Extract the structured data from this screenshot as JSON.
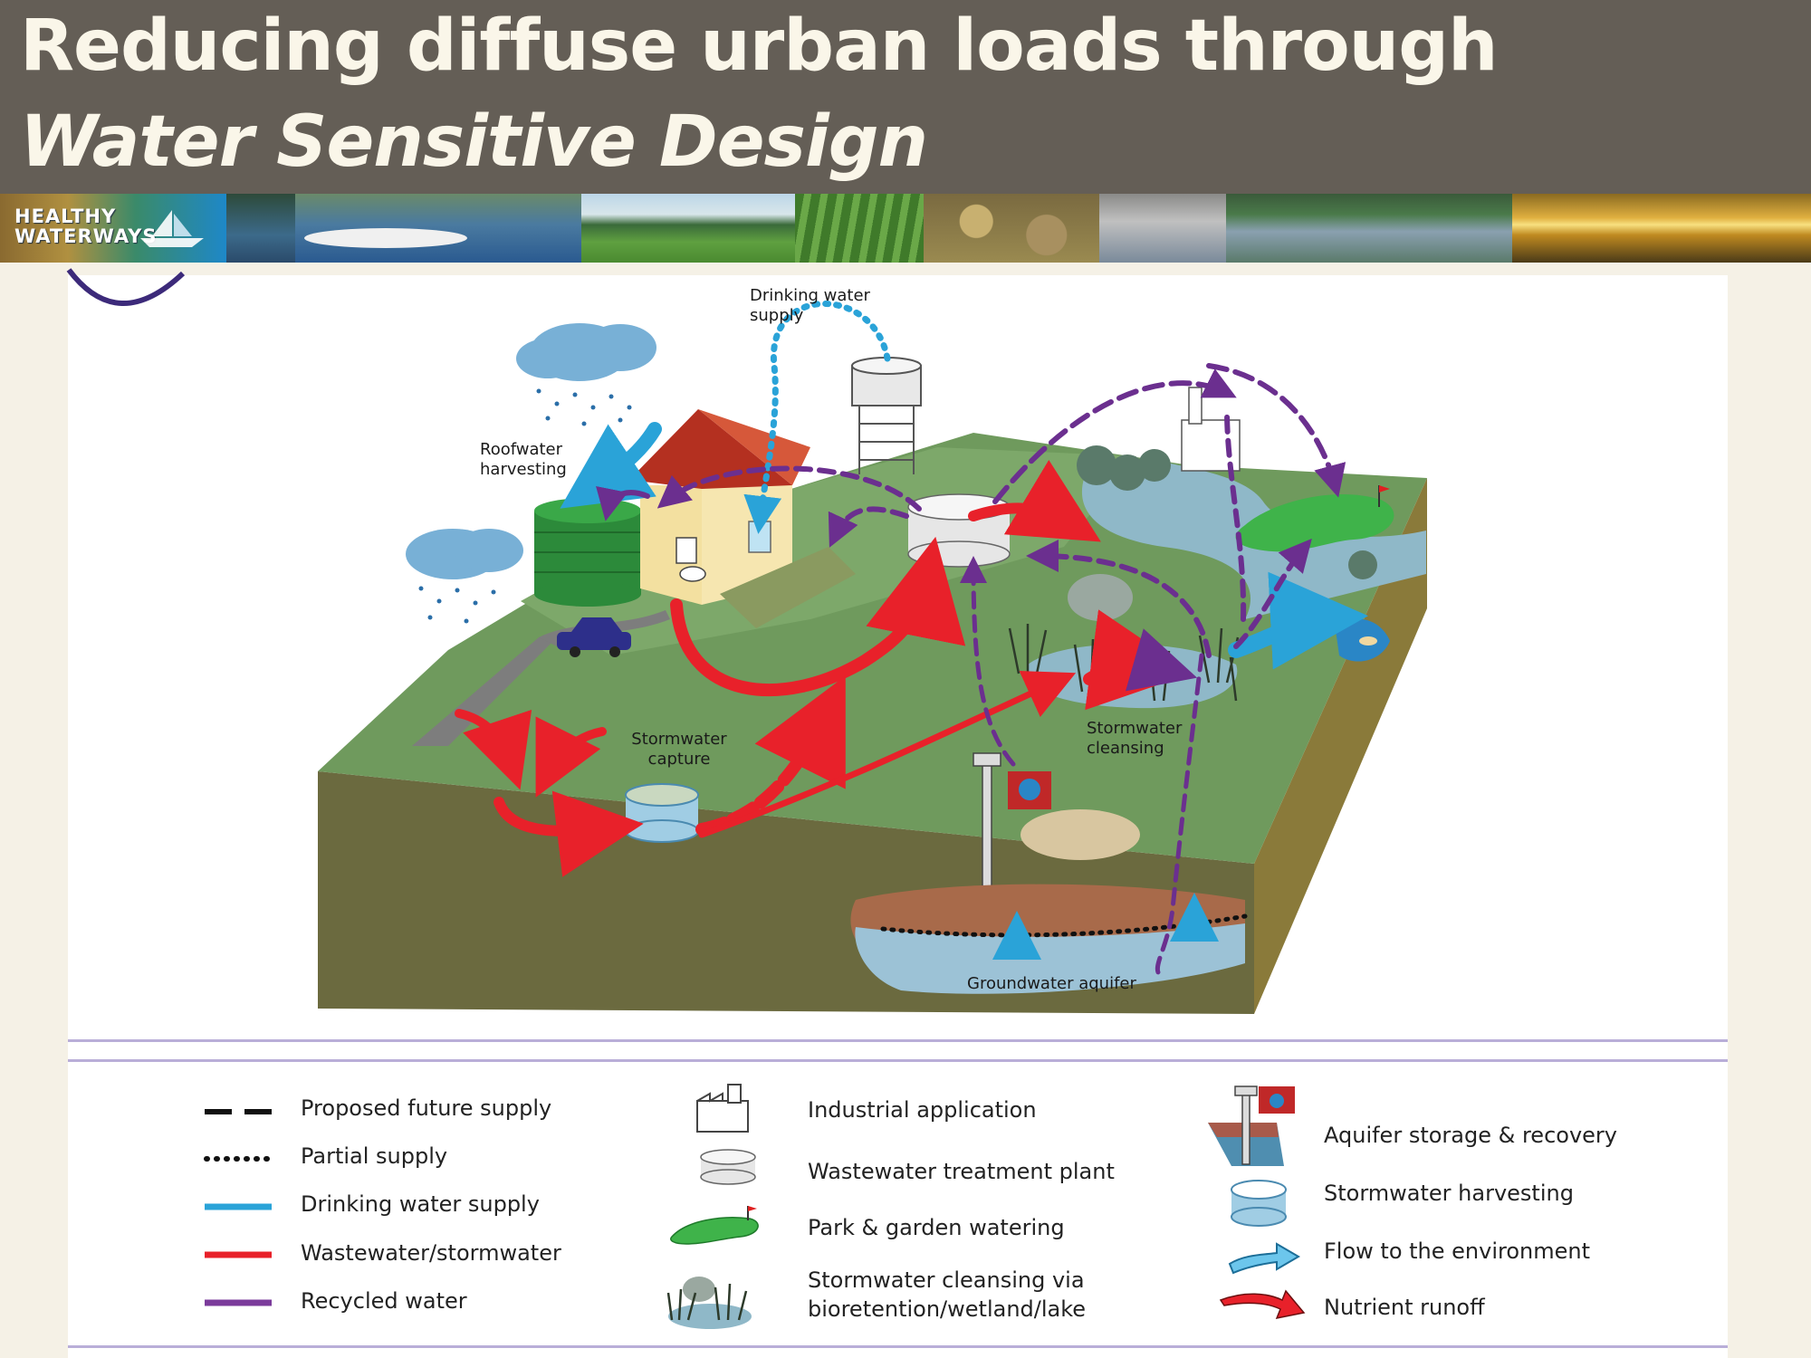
{
  "header": {
    "title_line1": "Reducing diffuse urban loads through",
    "title_line2": "Water Sensitive Design"
  },
  "banner": {
    "logo_line1": "HEALTHY",
    "logo_line2": "WATERWAYS"
  },
  "diagram": {
    "labels": {
      "drinking_water_supply": "Drinking water supply",
      "roofwater_harvesting": "Roofwater harvesting",
      "stormwater_capture": "Stormwater capture",
      "stormwater_cleansing": "Stormwater cleansing",
      "groundwater_aquifer": "Groundwater aquifer"
    }
  },
  "legend": {
    "lines": [
      {
        "label": "Proposed future supply",
        "style": "dashed",
        "color": "#111111"
      },
      {
        "label": "Partial supply",
        "style": "dotted",
        "color": "#111111"
      },
      {
        "label": "Drinking water supply",
        "style": "solid",
        "color": "#2aa3d8"
      },
      {
        "label": "Wastewater/stormwater",
        "style": "solid",
        "color": "#e8212a"
      },
      {
        "label": "Recycled water",
        "style": "solid",
        "color": "#7b3b9b"
      }
    ],
    "icons_middle": [
      {
        "label": "Industrial application",
        "icon": "factory-icon"
      },
      {
        "label": "Wastewater treatment plant",
        "icon": "treatment-tank-icon"
      },
      {
        "label": "Park & garden watering",
        "icon": "golf-green-icon"
      },
      {
        "label_line1": "Stormwater cleansing via",
        "label_line2": "bioretention/wetland/lake",
        "icon": "wetland-icon"
      }
    ],
    "icons_right": [
      {
        "label": "Aquifer storage & recovery",
        "icon": "aquifer-bore-icon"
      },
      {
        "label": "Stormwater harvesting",
        "icon": "stormwater-tank-icon"
      },
      {
        "label": "Flow to the environment",
        "icon": "blue-arrow-icon"
      },
      {
        "label": "Nutrient runoff",
        "icon": "red-arrow-icon"
      }
    ]
  },
  "colors": {
    "header_bg": "#645e56",
    "ground_top": "#6f9a5d",
    "soil": "#6b6a3f",
    "recycled": "#7b3b9b",
    "drinking": "#2aa3d8",
    "wastewater": "#e8212a"
  }
}
